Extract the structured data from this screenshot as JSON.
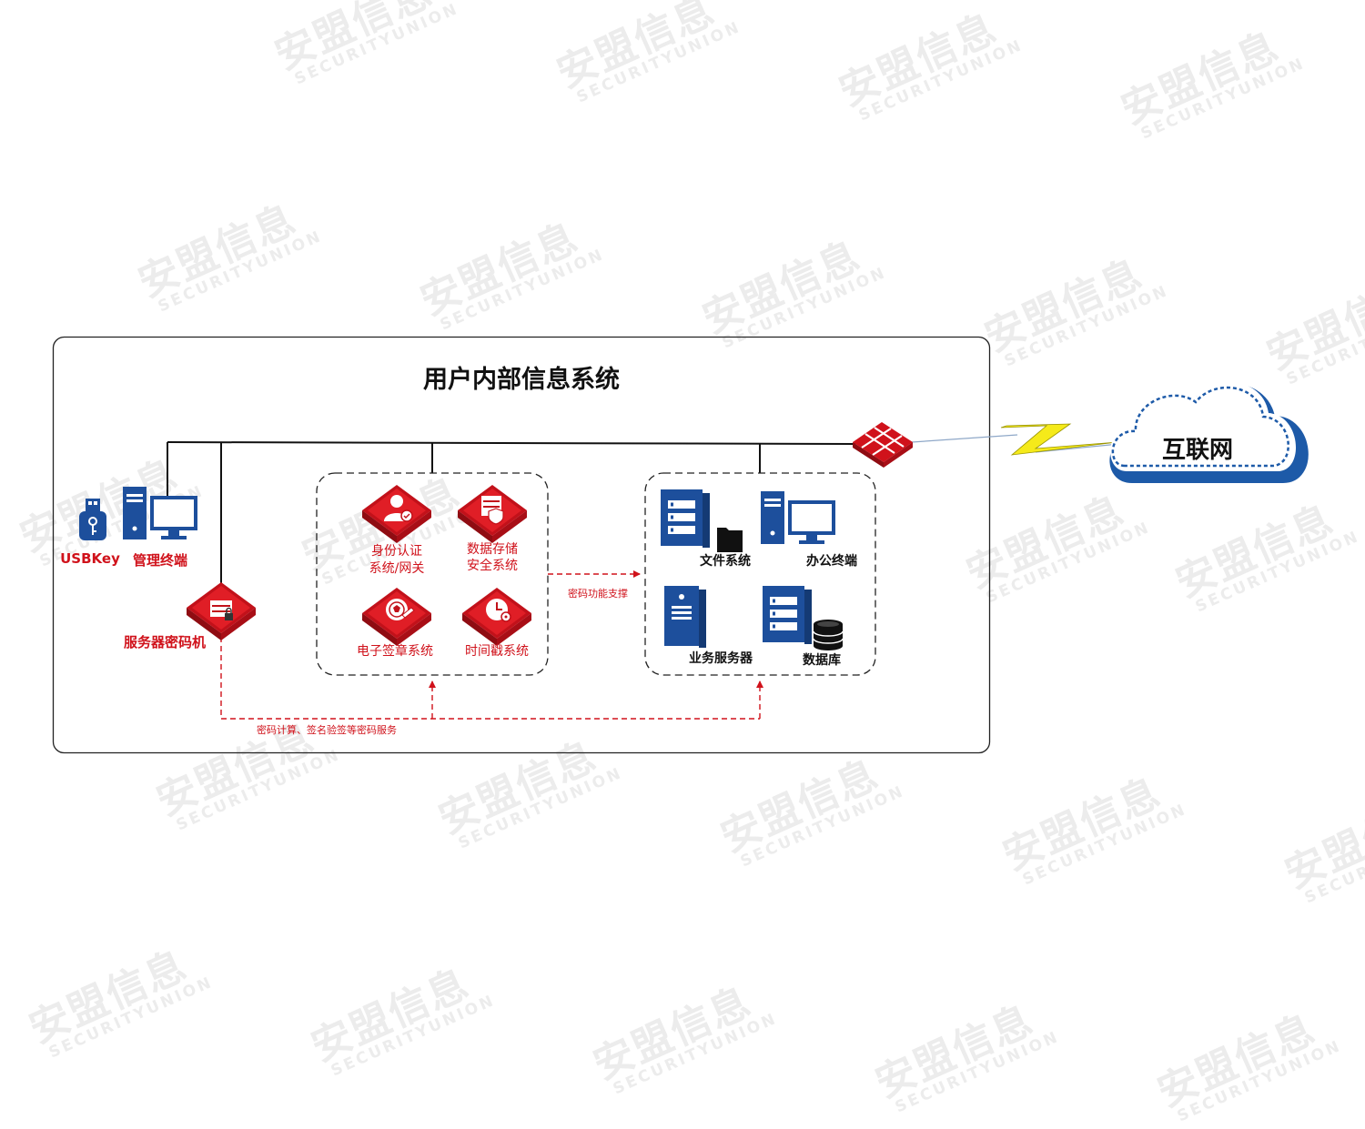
{
  "watermark": {
    "cn": "安盟信息",
    "en": "SECURITYUNION"
  },
  "title": "用户内部信息系统",
  "internet": "互联网",
  "left": {
    "usbkey": "USBKey",
    "mgmt_terminal": "管理终端",
    "server_crypto": "服务器密码机"
  },
  "crypto_group": {
    "identity_line1": "身份认证",
    "identity_line2": "系统/网关",
    "storage_line1": "数据存储",
    "storage_line2": "安全系统",
    "esign": "电子签章系统",
    "timestamp": "时间戳系统"
  },
  "business_group": {
    "file_system": "文件系统",
    "office_terminal": "办公终端",
    "business_server": "业务服务器",
    "database": "数据库"
  },
  "flows": {
    "crypto_support": "密码功能支撑",
    "crypto_service": "密码计算、签名验签等密码服务"
  },
  "colors": {
    "red": "#d0121b",
    "blue": "#1d4f9c",
    "dark": "#111111"
  }
}
